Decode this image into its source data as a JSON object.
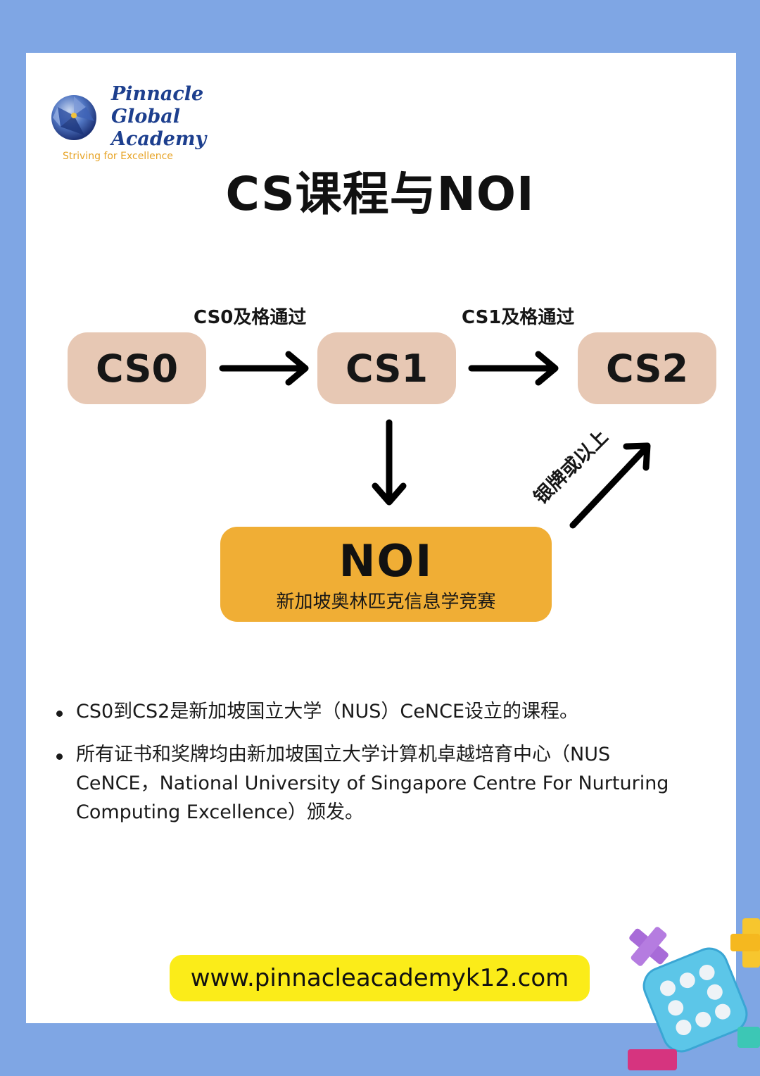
{
  "logo": {
    "name_lines": [
      "Pinnacle",
      "Global",
      "Academy"
    ],
    "tagline": "Striving for Excellence"
  },
  "title": "CS课程与NOI",
  "nodes": {
    "cs0": "CS0",
    "cs1": "CS1",
    "cs2": "CS2",
    "noi_title": "NOI",
    "noi_subtitle": "新加坡奥林匹克信息学竞赛"
  },
  "edges": {
    "cs0_to_cs1": "CS0及格通过",
    "cs1_to_cs2": "CS1及格通过",
    "noi_to_cs2": "银牌或以上"
  },
  "notes": [
    "CS0到CS2是新加坡国立大学（NUS）CeNCE设立的课程。",
    "所有证书和奖牌均由新加坡国立大学计算机卓越培育中心（NUS CeNCE，National University of Singapore Centre For Nurturing Computing Excellence）颁发。"
  ],
  "url": "www.pinnacleacademyk12.com",
  "colors": {
    "background": "#7fa6e4",
    "card": "#ffffff",
    "node_fill": "#e7c8b4",
    "noi_fill": "#f0ae35",
    "url_fill": "#fbec19",
    "logo_blue": "#1d3f8e",
    "logo_gold": "#e7a325"
  },
  "icons": [
    "globe-logo-icon",
    "dice-decoration-icon",
    "plus-block-icon"
  ]
}
